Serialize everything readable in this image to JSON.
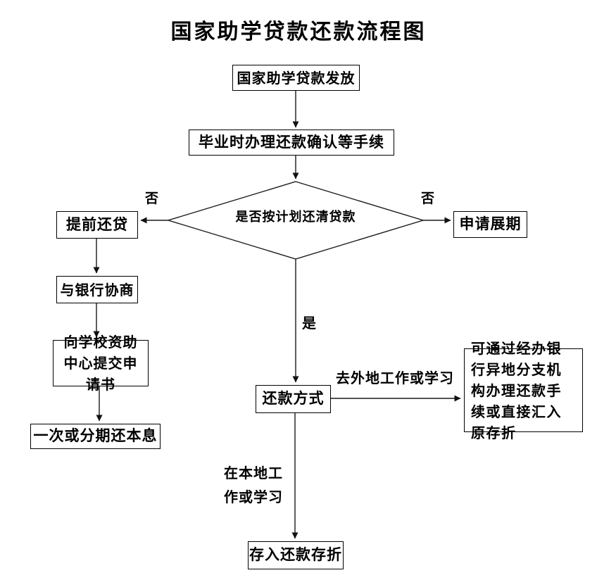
{
  "title": "国家助学贷款还款流程图",
  "nodes": {
    "start": "国家助学贷款发放",
    "confirm": "毕业时办理还款确认等手续",
    "decision": "是否按计划还清贷款",
    "prepay": "提前还贷",
    "extend": "申请展期",
    "negotiate": "与银行协商",
    "apply_center": "向学校资助中心提交申请书",
    "lump_or_installment": "一次或分期还本息",
    "method": "还款方式",
    "remote_branch": "可通过经办银行异地分支机构办理还款手续或直接汇入原存折",
    "deposit": "存入还款存折"
  },
  "edge_labels": {
    "no_left": "否",
    "no_right": "否",
    "yes": "是",
    "work_away": "去外地工作或学习",
    "work_local": "在本地工作或学习"
  },
  "colors": {
    "line": "#1a1a1a",
    "box_border": "#000000",
    "squiggle": "#1e8a1e",
    "background": "#ffffff"
  }
}
